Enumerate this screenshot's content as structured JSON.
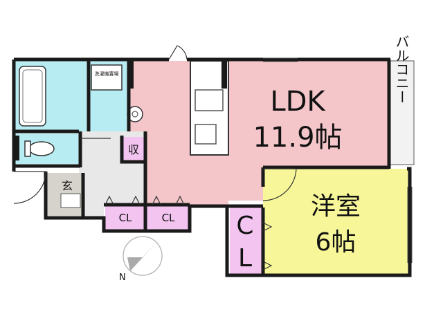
{
  "colors": {
    "wall": "#1a1a1a",
    "ldk": "#f4c6c9",
    "western_room": "#f7f79a",
    "closet": "#f3c4f0",
    "bath": "#b8ecf3",
    "toilet": "#b8ecf3",
    "hall": "#e8e8e8",
    "entrance": "#d6d3cc",
    "balcony": "#f2f2f2"
  },
  "rooms": {
    "ldk": {
      "name": "LDK",
      "size": "11.9帖"
    },
    "western": {
      "name": "洋室",
      "size": "6帖"
    },
    "closet_large": {
      "line1": "C",
      "line2": "L"
    },
    "closet_1": "CL",
    "closet_2": "CL",
    "storage": "収",
    "entrance": "玄",
    "washer": "洗濯機置場",
    "balcony": "バルコニー"
  },
  "compass": {
    "label": "N"
  }
}
